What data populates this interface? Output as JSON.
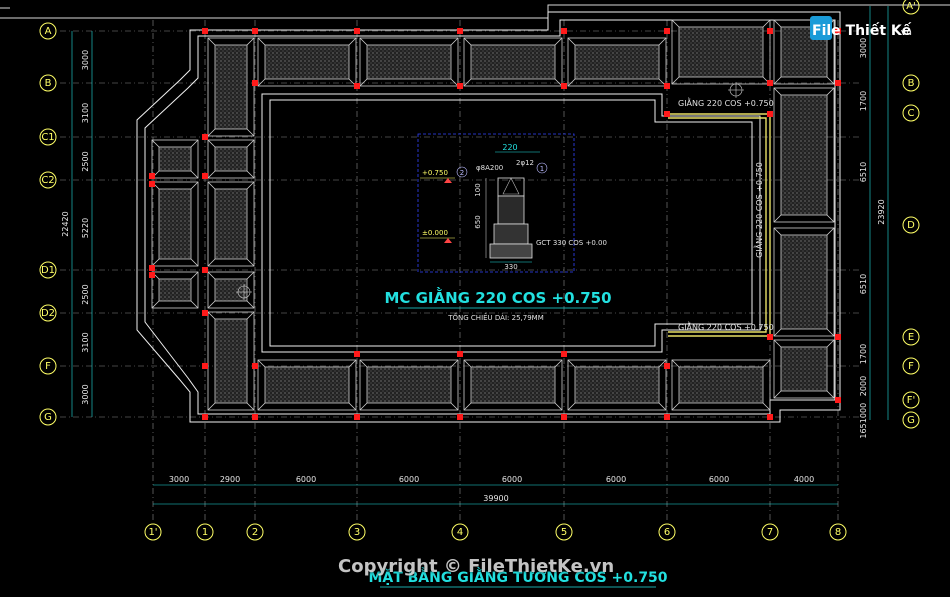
{
  "drawing": {
    "title": "MẶT BẰNG GIẰNG TƯỜNG COS +0.750",
    "section_title": "MC GIẰNG 220 COS +0.750",
    "section_subtitle": "TỔNG CHIỀU DÀI: 25,79MM",
    "beam_labels": [
      "GIẰNG 220 COS +0.750",
      "GIẰNG 220 COS +0.750",
      "GIẰNG 220 COS +0.750"
    ],
    "section_detail": {
      "width_label": "220",
      "stirrup": "φ8A200",
      "rebar": "2φ12",
      "marker_1": "1",
      "marker_2": "2",
      "level_top": "+0.750",
      "level_zero": "±0.000",
      "dim_100": "100",
      "dim_650": "650",
      "footing_note": "GCT 330 COS +0.00",
      "base_width": "330"
    }
  },
  "grid_left": [
    "A",
    "B",
    "C1",
    "C2",
    "D1",
    "D2",
    "F",
    "G"
  ],
  "grid_left_dims": [
    "3000",
    "3100",
    "2500",
    "5220",
    "2500",
    "3100",
    "3000"
  ],
  "grid_left_total": "22420",
  "grid_right": [
    "A'",
    "B",
    "C",
    "D",
    "E",
    "F",
    "F'",
    "G"
  ],
  "grid_right_dims": [
    "3000",
    "1700",
    "6510",
    "6510",
    "1700",
    "2000",
    "1000",
    "165"
  ],
  "grid_right_total": "23920",
  "grid_bottom": [
    "1'",
    "1",
    "2",
    "3",
    "4",
    "5",
    "6",
    "7",
    "8"
  ],
  "grid_bottom_dims": [
    "3000",
    "2900",
    "6000",
    "6000",
    "6000",
    "6000",
    "6000",
    "6000",
    "4000"
  ],
  "grid_bottom_total": "39900",
  "watermark": {
    "logo_text": "File Thiết Kế",
    "logo_suffix": ".vn",
    "copyright": "Copyright © FileThietKe.vn"
  },
  "colors": {
    "background": "#000000",
    "axis_bubble": "#ffff66",
    "text_cyan": "#22e0e0",
    "column_red": "#ff1a1a",
    "beam_yellow": "#e8e066",
    "frame_lines": "#f0f0f0"
  }
}
